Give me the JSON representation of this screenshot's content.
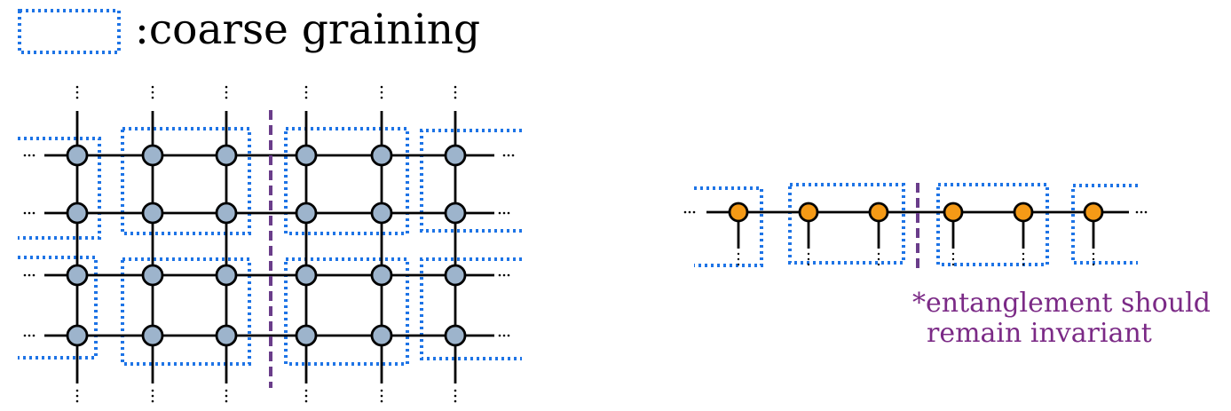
{
  "legend": {
    "label": ":coarse graining",
    "icon": "dotted-rectangle",
    "color": "#1e74e6"
  },
  "note": {
    "line1": "*entanglement should",
    "line2": "remain invariant",
    "color": "#7b2a86"
  },
  "colors": {
    "coarse_box": "#1e74e6",
    "cut_line": "#6a3d8a",
    "lattice_node": "#9db4cc",
    "chain_node": "#f59a16",
    "edge": "#000000"
  },
  "lattice": {
    "rows": 4,
    "cols": 6,
    "node_color_name": "blue-gray"
  },
  "chain": {
    "sites": 6,
    "node_color_name": "orange"
  }
}
